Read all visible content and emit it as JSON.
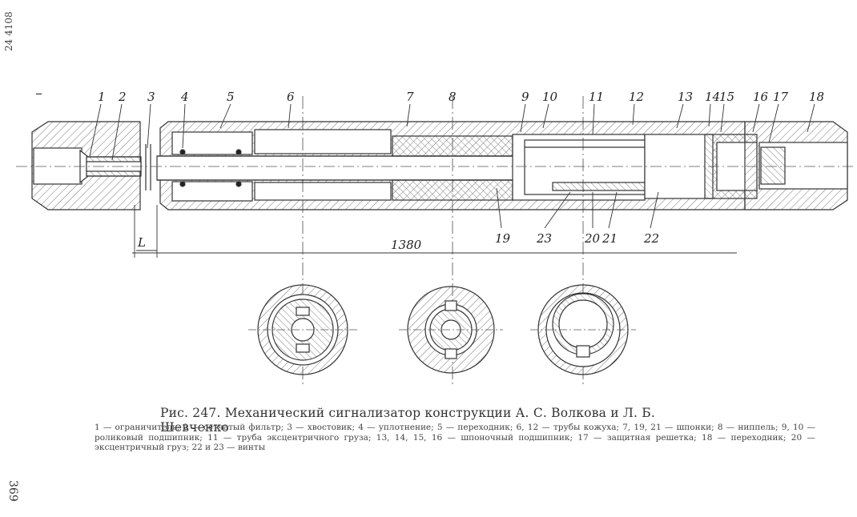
{
  "margin": {
    "top_text": "24 4108",
    "bottom_page": "369",
    "dash": "–"
  },
  "labels": {
    "top": [
      "1",
      "2",
      "3",
      "4",
      "5",
      "6",
      "7",
      "8",
      "9",
      "10",
      "11",
      "12",
      "13",
      "14",
      "15",
      "16",
      "17",
      "18"
    ],
    "bottom": [
      "19",
      "23",
      "20",
      "21",
      "22"
    ]
  },
  "dimensions": {
    "length_label": "1380",
    "l_label": "L"
  },
  "caption": {
    "title": "Рис. 247. Механический сигнализатор конструкции А. С. Волкова и Л. Б. Шевченко",
    "legend": "1 — ограничитель; 2 — сетчатый фильтр; 3 — хвостовик; 4 — уплотнение; 5 — переходник; 6, 12 — трубы кожуха; 7, 19, 21 — шпонки; 8 — ниппель; 9, 10 — роликовый подшипник; 11 — труба эксцентричного груза; 13, 14, 15, 16 — шпоночный подшипник; 17 — защитная решетка; 18 — переходник; 20 — эксцентричный груз; 22 и 23 — винты"
  }
}
